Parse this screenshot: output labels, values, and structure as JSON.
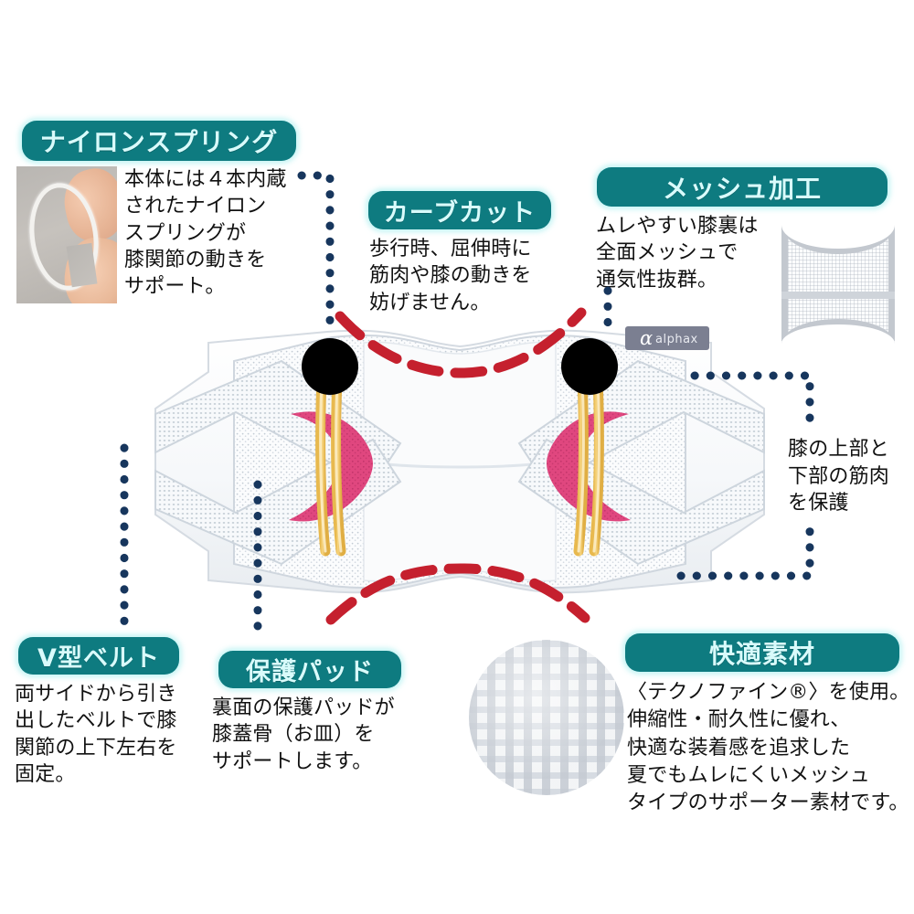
{
  "page": {
    "kind": "product-feature-infographic",
    "brand_tag": "alphax",
    "brand_symbol": "α"
  },
  "colors": {
    "label_teal": "#0e7b80",
    "label_text": "#d9fbfb",
    "leader_navy": "#17365d",
    "cut_red": "#c5202e",
    "pad_pink": "#e0477f",
    "spring_yellow": "#f0c862",
    "body_white": "#f4f6f8"
  },
  "features": {
    "nylon_spring": {
      "label": "ナイロンスプリング",
      "body": "本体には４本内蔵\nされたナイロン\nスプリングが\n膝関節の動きを\nサポート。",
      "photo_alt": "nylon-spring-photo"
    },
    "curve_cut": {
      "label": "カーブカット",
      "body": "歩行時、屈伸時に\n筋肉や膝の動きを\n妨げません。"
    },
    "mesh_process": {
      "label": "メッシュ加工",
      "body": "ムレやすい膝裏は\n全面メッシュで\n通気性抜群。",
      "photo_alt": "mesh-back-photo"
    },
    "knee_protection": {
      "body": "膝の上部と\n下部の筋肉\nを保護"
    },
    "v_belt": {
      "label": "V型ベルト",
      "body": "両サイドから引き\n出したベルトで膝\n関節の上下左右を\n固定。"
    },
    "protection_pad": {
      "label": "保護パッド",
      "body": "裏面の保護パッドが\n膝蓋骨（お皿）を\nサポートします。"
    },
    "comfort_material": {
      "label": "快適素材",
      "body": "〈テクノファイン®〉を使用。\n伸縮性・耐久性に優れ、\n快適な装着感を追求した\n夏でもムレにくいメッシュ\nタイプのサポーター素材です。",
      "photo_alt": "mesh-fabric-closeup"
    }
  }
}
